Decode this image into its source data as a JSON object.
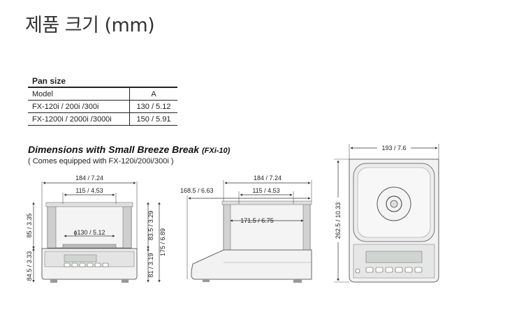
{
  "page_title": "제품 크기 (mm)",
  "pan_size": {
    "title": "Pan size",
    "header": {
      "model": "Model",
      "a": "A"
    },
    "rows": [
      {
        "model": "FX-120i / 200i /300i",
        "a": "130 / 5.12"
      },
      {
        "model": "FX-1200i / 2000i /3000i",
        "a": "150 / 5.91"
      }
    ]
  },
  "dimensions": {
    "title": "Dimensions with Small Breeze Break",
    "title_suffix": "(FXi-10)",
    "note": "( Comes equipped with FX-120i/200i/300i )"
  },
  "front_view": {
    "width_total": "184 / 7.24",
    "width_inner": "115 / 4.53",
    "pan_diameter": "ϕ130 / 5.12",
    "left_upper": "85 / 3.35",
    "left_lower": "84.5 / 3.33",
    "right_upper": "83.5 / 3.29",
    "right_lower": "81 / 3.19",
    "right_total": "175 / 6.89"
  },
  "side_view": {
    "depth_label": "168.5 / 6.63",
    "width_total": "184 / 7.24",
    "width_inner": "115 / 4.53",
    "height_label": "171.5 / 6.75"
  },
  "top_view": {
    "width": "193 / 7.6",
    "depth": "262.5 / 10.33"
  }
}
